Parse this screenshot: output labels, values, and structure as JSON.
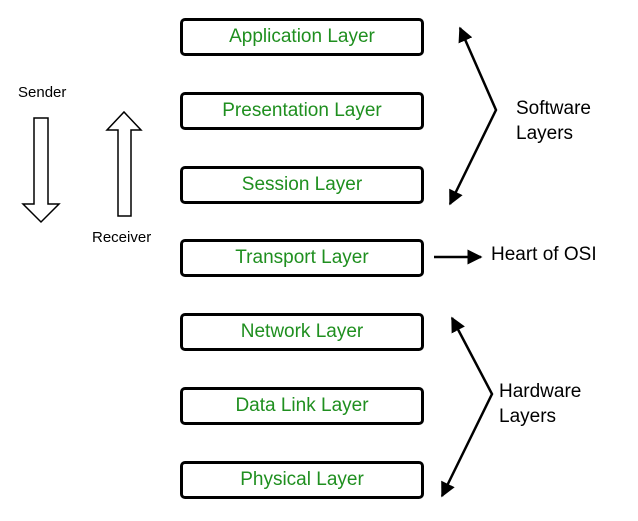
{
  "layers": [
    {
      "label": "Application Layer"
    },
    {
      "label": "Presentation Layer"
    },
    {
      "label": "Session Layer"
    },
    {
      "label": "Transport Layer"
    },
    {
      "label": "Network Layer"
    },
    {
      "label": "Data Link Layer"
    },
    {
      "label": "Physical Layer"
    }
  ],
  "annotations": {
    "sender": "Sender",
    "receiver": "Receiver",
    "software_line1": "Software",
    "software_line2": "Layers",
    "heart": "Heart of OSI",
    "hardware_line1": "Hardware",
    "hardware_line2": "Layers"
  },
  "colors": {
    "label_text": "#1f8f1f",
    "box_border": "#000000"
  }
}
